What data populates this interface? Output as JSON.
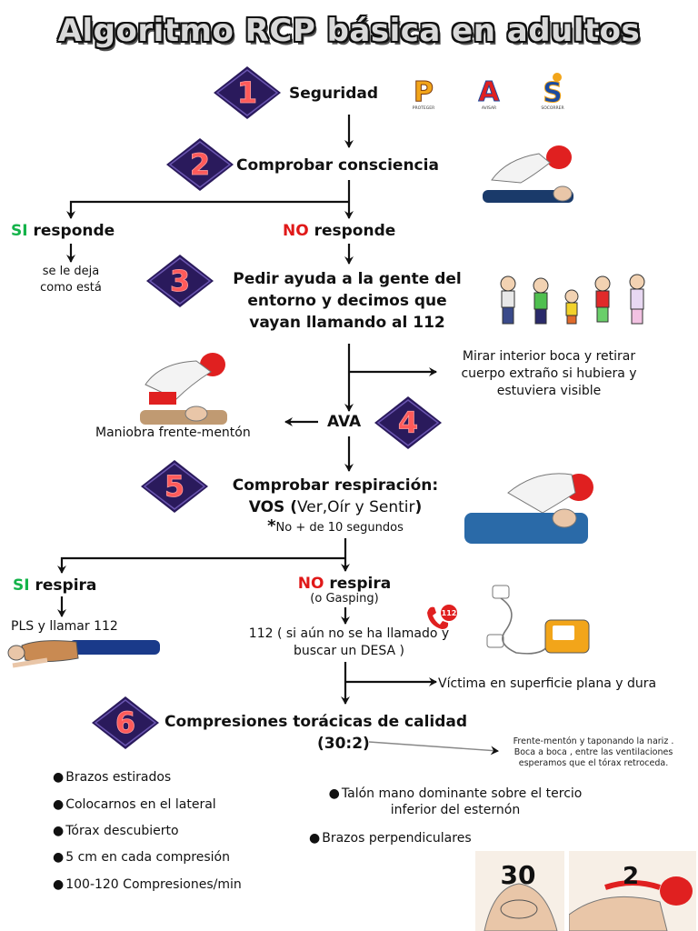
{
  "title": "Algoritmo RCP básica en adultos",
  "steps": [
    {
      "number": "1",
      "label": "Seguridad"
    },
    {
      "number": "2",
      "label": "Comprobar consciencia"
    },
    {
      "number": "3",
      "label_lines": [
        "Pedir ayuda a la gente del",
        "entorno y decimos que",
        "vayan llamando al 112"
      ]
    },
    {
      "number": "4",
      "label": "AVA"
    },
    {
      "number": "5",
      "label_lines": [
        "Comprobar respiración:"
      ],
      "vos_bold": "VOS (",
      "vos_light": "Ver,Oír y Sentir",
      "vos_close": ")",
      "note_star": "*",
      "note": "No + de 10 segundos"
    },
    {
      "number": "6",
      "label": "Compresiones torácicas de calidad",
      "ratio": "(30:2)"
    }
  ],
  "pas": {
    "letters": [
      "P",
      "A",
      "S"
    ],
    "captions": [
      "PROTEGER",
      "AVISAR",
      "SOCORRER"
    ],
    "colors": [
      "#f2a51a",
      "#e02020",
      "#1a4aa0"
    ]
  },
  "branch1": {
    "yes_word": "SI",
    "yes_rest": " responde",
    "no_word": "NO",
    "no_rest": " responde",
    "yes_result_lines": [
      "se le deja",
      "como está"
    ]
  },
  "ava_side": {
    "right_lines": [
      "Mirar interior boca y retirar",
      "cuerpo extraño si hubiera y",
      "estuviera visible"
    ],
    "left": "Maniobra frente-mentón"
  },
  "branch2": {
    "yes_word": "SI",
    "yes_rest": " respira",
    "no_word": "NO",
    "no_rest": " respira",
    "no_sub": "(o Gasping)",
    "yes_result": "PLS y llamar 112",
    "no_result_lines": [
      "112 ( si aún no se ha llamado y",
      "buscar un DESA )"
    ],
    "phone_badge": "112"
  },
  "surface_note": "Víctima en superficie plana y dura",
  "ratio_note_lines": [
    "Frente-mentón y taponando la nariz .",
    "Boca a boca , entre las ventilaciones",
    "esperamos que el tórax retroceda."
  ],
  "bullets_left": [
    "Brazos estirados",
    "Colocarnos en el lateral",
    "Tórax descubierto",
    "5 cm en cada compresión",
    "100-120 Compresiones/min"
  ],
  "bullets_right": [
    {
      "lines": [
        "Talón mano dominante sobre el tercio",
        "inferior del esternón"
      ]
    },
    {
      "lines": [
        "Brazos perpendiculares"
      ]
    }
  ],
  "final_counts": [
    "30",
    "2"
  ],
  "colors": {
    "badge_fill": "#2a1a5c",
    "badge_number": "#ff5a5a",
    "yes": "#14b34a",
    "no": "#e01919"
  }
}
